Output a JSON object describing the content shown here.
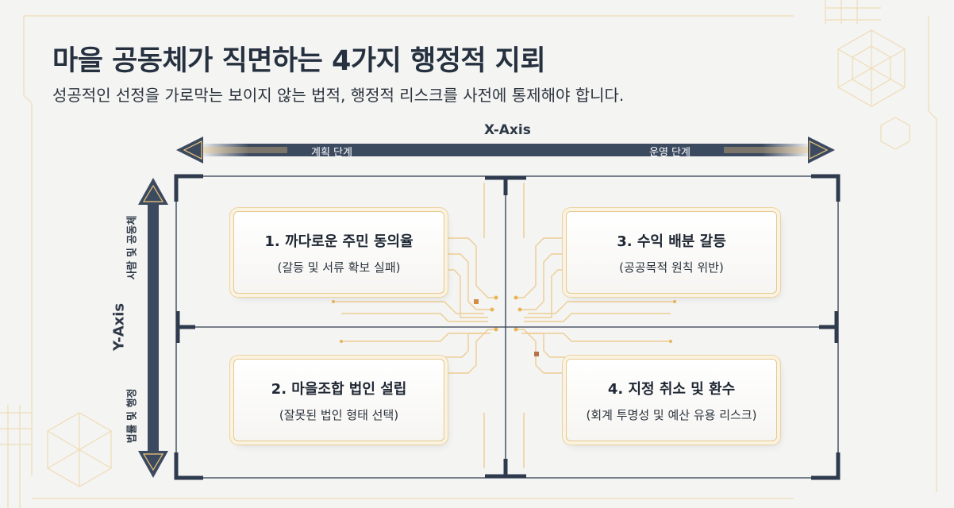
{
  "header": {
    "title": "마을 공동체가 직면하는 4가지 행정적 지뢰",
    "subtitle": "성공적인 선정을 가로막는 보이지 않는 법적, 행정적 리스크를 사전에 통제해야 합니다."
  },
  "x_axis": {
    "title": "X-Axis",
    "left_label": "계획 단계",
    "right_label": "운영 단계"
  },
  "y_axis": {
    "title": "Y-Axis",
    "top_label": "사람 및 공동체",
    "bottom_label": "법률 및 행정"
  },
  "quadrants": [
    {
      "title": "1. 까다로운 주민 동의율",
      "subtitle": "(갈등 및 서류 확보 실패)"
    },
    {
      "title": "2. 마을조합 법인 설립",
      "subtitle": "(잘못된 법인 형태 선택)"
    },
    {
      "title": "3. 수익 배분 갈등",
      "subtitle": "(공공목적 원칙 위반)"
    },
    {
      "title": "4. 지정 취소 및 환수",
      "subtitle": "(회계 투명성 및 예산 유용 리스크)"
    }
  ],
  "colors": {
    "navy": "#2e3a4d",
    "gold": "#e8b659",
    "background": "#f4f4f3"
  }
}
